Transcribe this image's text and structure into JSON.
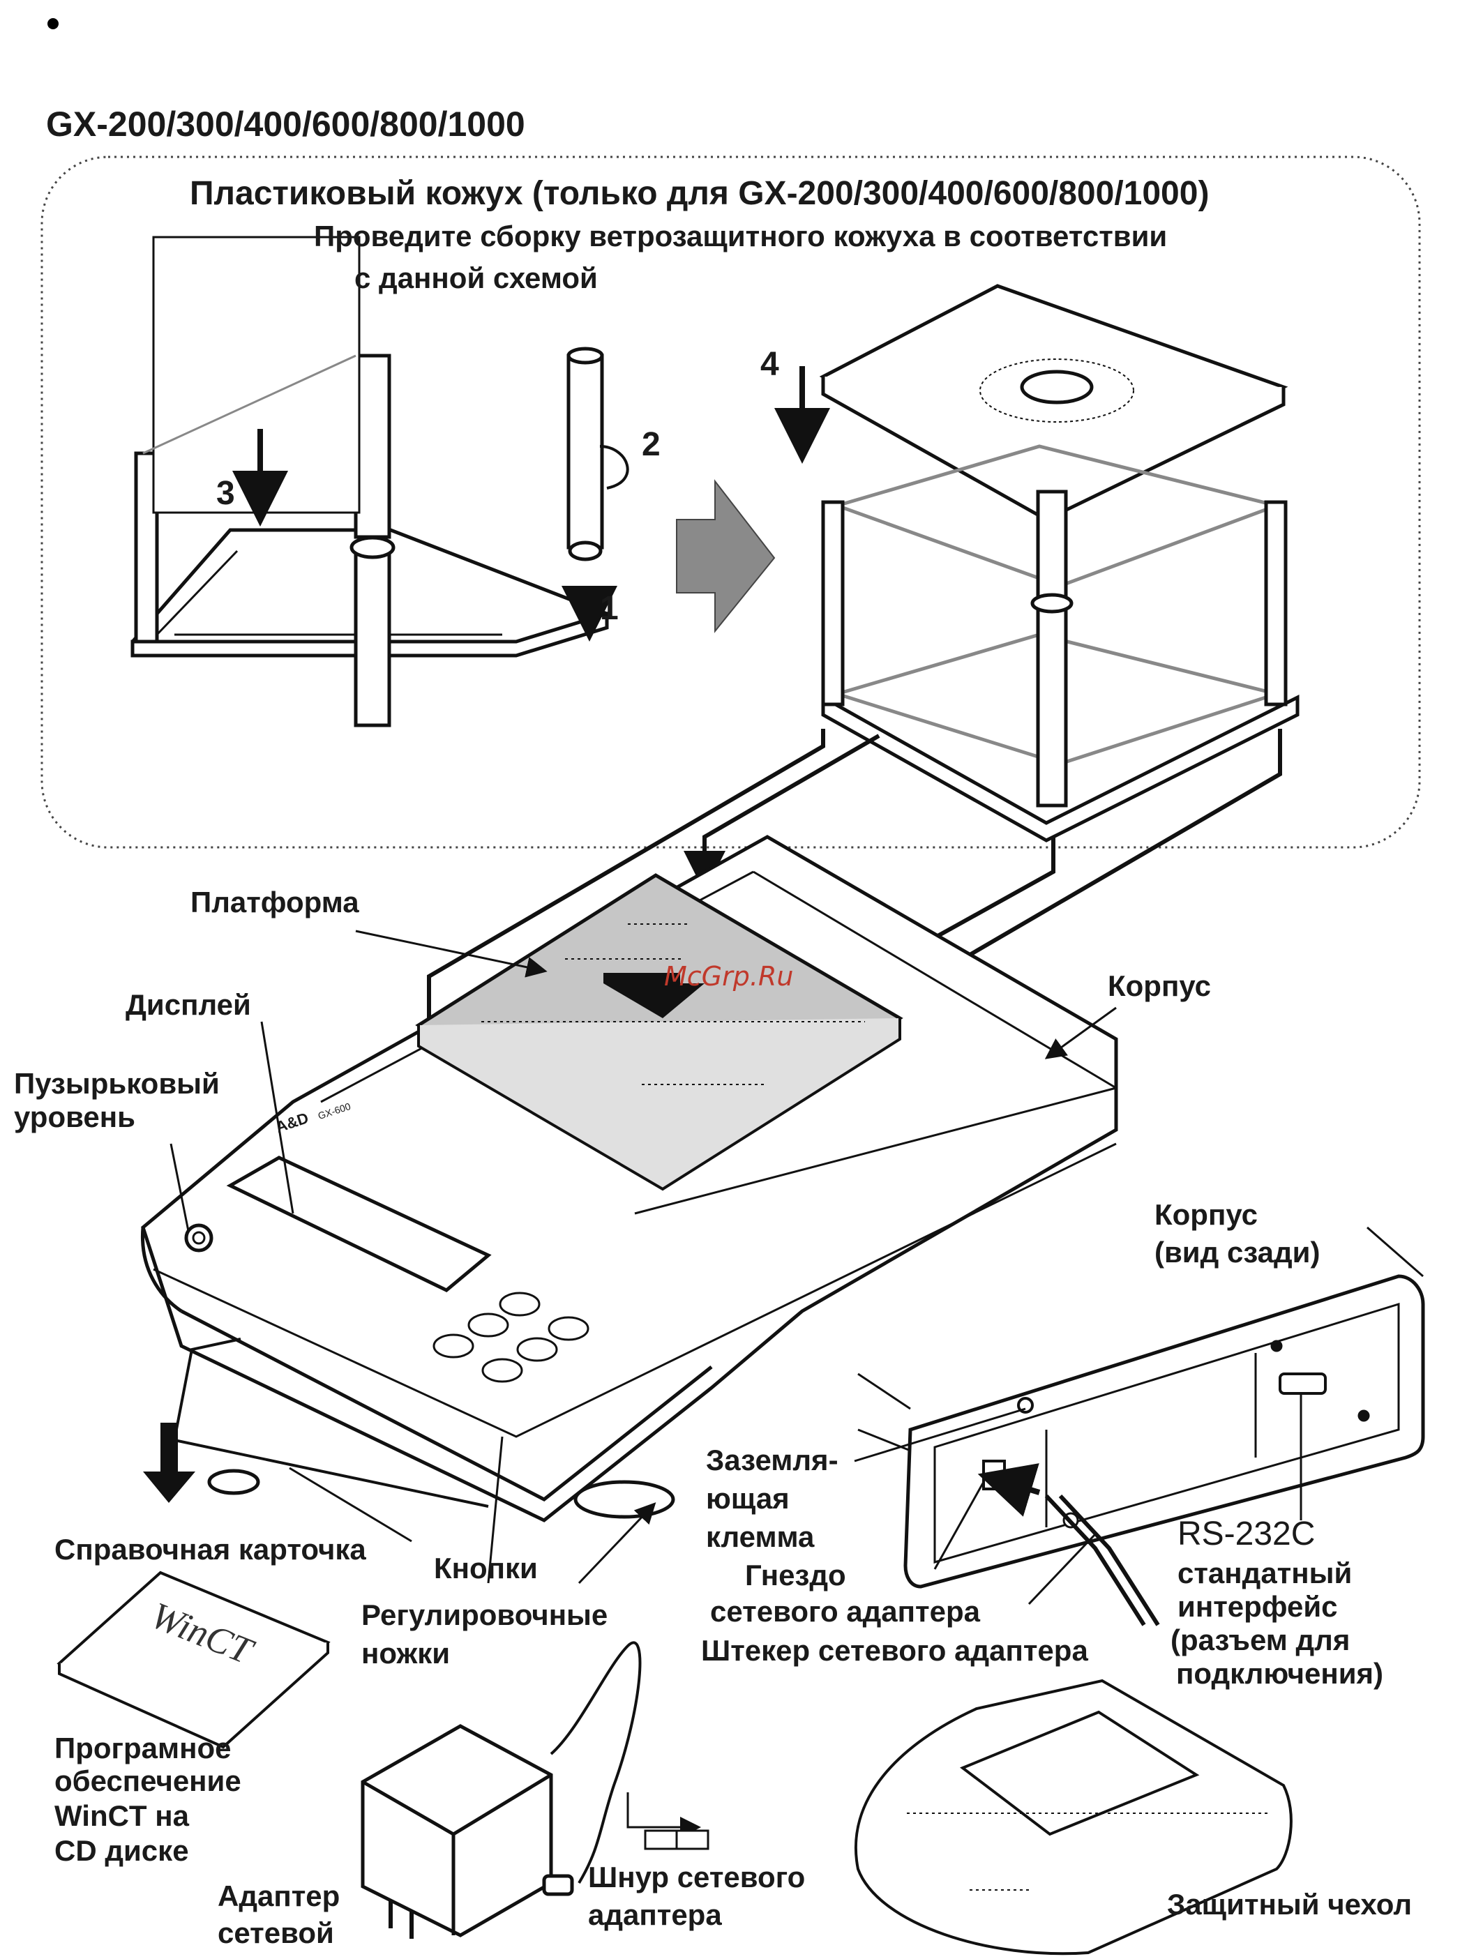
{
  "header": {
    "model_title": "GX-200/300/400/600/800/1000"
  },
  "assembly_panel": {
    "title": "Пластиковый кожух (только для GX-200/300/400/600/800/1000)",
    "instruction_line1": "Проведите сборку ветрозащитного кожуха в соответствии",
    "instruction_line2": "с данной схемой",
    "steps": [
      "1",
      "2",
      "3",
      "4"
    ]
  },
  "labels": {
    "platform": "Платформа",
    "display": "Дисплей",
    "bubble_level": "Пузырьковый уровень",
    "body": "Корпус",
    "body_rear_line1": "Корпус",
    "body_rear_line2": "(вид сзади)",
    "ground_line1": "Заземля-",
    "ground_line2": "ющая",
    "ground_line3": "клемма",
    "adapter_socket_line1": "Гнездо",
    "adapter_socket_line2": "сетевого адаптера",
    "adapter_plug": "Штекер сетевого адаптера",
    "rs232_title": "RS-232C",
    "rs232_line1": "стандатный",
    "rs232_line2": "интерфейс",
    "rs232_line3": "(разъем для",
    "rs232_line4": "подключения)",
    "reference_card": "Справочная карточка",
    "keys": "Кнопки",
    "feet_line1": "Регулировочные",
    "feet_line2": "ножки",
    "software_line1": "Програмное",
    "software_line2": "обеспечение",
    "software_line3": "WinCT на",
    "software_line4": "CD диске",
    "adapter_line1": "Адаптер",
    "adapter_line2": "сетевой",
    "cord_line1": "Шнур сетевого",
    "cord_line2": "адаптера",
    "cover": "Защитный чехол"
  },
  "device_marks": {
    "cd_label": "WinCT",
    "brand": "A&D",
    "model_small": "GX-600"
  },
  "watermark": "McGrp.Ru"
}
